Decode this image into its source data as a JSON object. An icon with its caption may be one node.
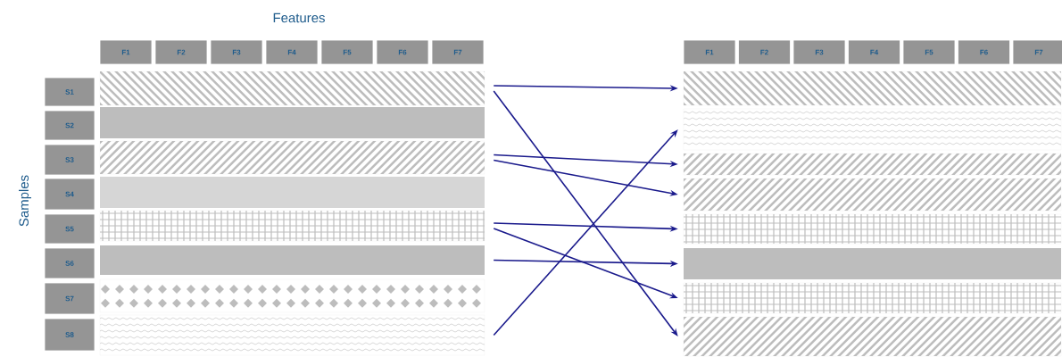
{
  "diagram": {
    "nodes": [
      {
        "text": [
          "F1"
        ]
      },
      {
        "text": [
          "F2"
        ]
      },
      {
        "text": [
          "F3"
        ]
      },
      {
        "text": [
          "F4"
        ]
      },
      {
        "text": [
          "F5"
        ]
      },
      {
        "text": [
          "F6"
        ]
      },
      {
        "text": [
          "F7"
        ]
      },
      {
        "text": [
          "F1"
        ]
      },
      {
        "text": [
          "F2"
        ]
      },
      {
        "text": [
          "F3"
        ]
      },
      {
        "text": [
          "F4"
        ]
      },
      {
        "text": [
          "F5"
        ]
      },
      {
        "text": [
          "F6"
        ]
      },
      {
        "text": [
          "F7"
        ]
      },
      {
        "text": [
          "S1"
        ]
      },
      {
        "text": [
          "S2"
        ]
      },
      {
        "text": [
          "S3"
        ]
      },
      {
        "text": [
          "S4"
        ]
      },
      {
        "text": [
          "S5"
        ]
      },
      {
        "text": [
          "S6"
        ]
      },
      {
        "text": [
          "S7"
        ]
      },
      {
        "text": [
          "S8"
        ]
      },
      {
        "text": [],
        "shape": "bar"
      },
      {
        "text": [],
        "shape": "bar"
      },
      {
        "text": [],
        "shape": "bar"
      },
      {
        "text": [],
        "shape": "bar"
      },
      {
        "text": [],
        "shape": "bar"
      },
      {
        "text": [],
        "shape": "bar"
      },
      {
        "text": [],
        "shape": "bar"
      },
      {
        "text": [],
        "shape": "bar"
      },
      {
        "text": [],
        "shape": "bar"
      },
      {
        "text": [],
        "shape": "bar"
      },
      {
        "text": [],
        "shape": "bar"
      },
      {
        "text": [],
        "shape": "bar"
      },
      {
        "text": [],
        "shape": "bar"
      },
      {
        "text": [],
        "shape": "bar"
      },
      {
        "text": [],
        "shape": "bar"
      },
      {
        "text": [],
        "shape": "bar"
      }
    ],
    "edges": [
      {
        "from": 22,
        "to": 30,
        "arrow": "to"
      },
      {
        "from": 22,
        "to": 37,
        "arrow": "to"
      },
      {
        "from": 24,
        "to": 32,
        "arrow": "to"
      },
      {
        "from": 24,
        "to": 33,
        "arrow": "to"
      },
      {
        "from": 26,
        "to": 34,
        "arrow": "to"
      },
      {
        "from": 26,
        "to": 36,
        "arrow": "to"
      },
      {
        "from": 27,
        "to": 35,
        "arrow": "to"
      },
      {
        "from": 29,
        "to": 31,
        "arrow": "to"
      }
    ],
    "labels": [
      "Features",
      "Samples"
    ]
  }
}
